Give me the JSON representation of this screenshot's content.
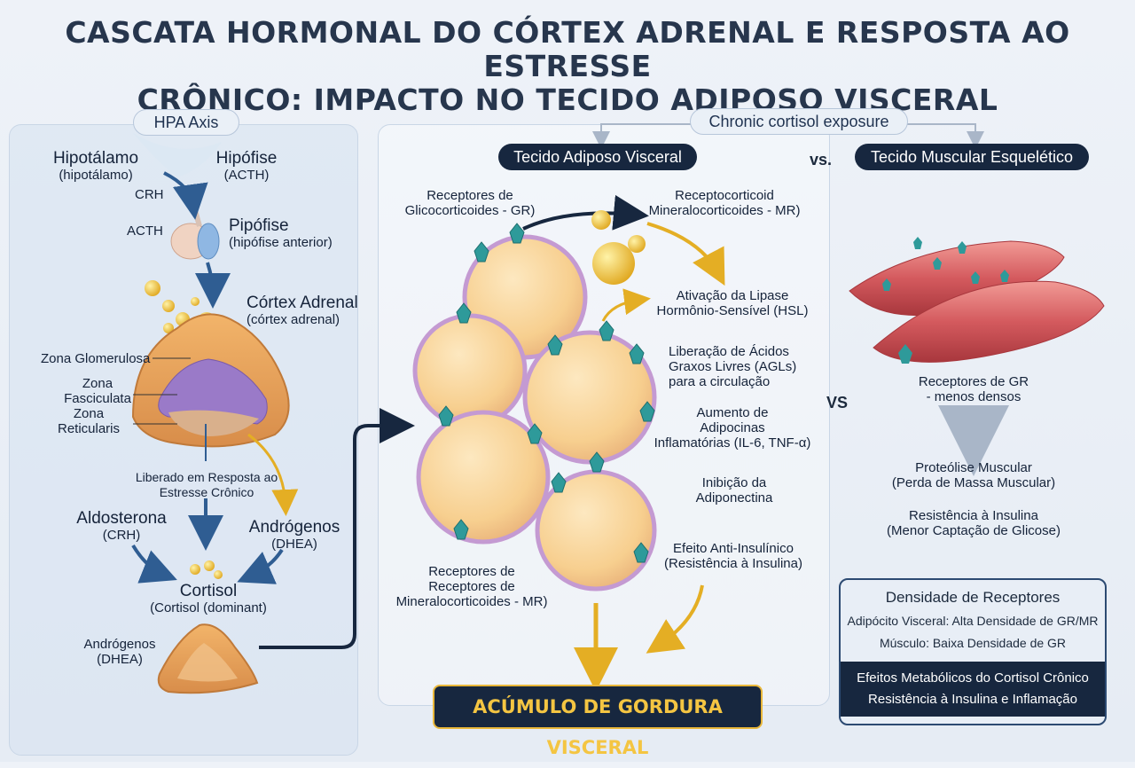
{
  "title": {
    "line1": "CASCATA HORMONAL DO CÓRTEX ADRENAL E RESPOSTA AO ESTRESSE",
    "line2": "CRÔNICO: IMPACTO NO TECIDO ADIPOSO VISCERAL"
  },
  "hpa": {
    "header": "HPA Axis",
    "hipotalamo": "Hipotálamo",
    "hipotalamo_sub": "(hipotálamo)",
    "hipofise": "Hipófise",
    "hipofise_sub": "(ACTH)",
    "crh": "CRH",
    "acth": "ACTH",
    "pipofise": "Pipófise",
    "pipofise_sub": "(hipófise anterior)",
    "cortex": "Córtex Adrenal",
    "cortex_sub": "(córtex adrenal)",
    "zona_glom": "Zona Glomerulosa",
    "zona_fasc": "Zona\nFasciculata",
    "zona_ret": "Zona\nReticularis",
    "liberado": "Liberado em Resposta ao\nEstresse Crônico",
    "aldosterona": "Aldosterona",
    "aldosterona_sub": "(CRH)",
    "androgenos": "Andrógenos",
    "androgenos_sub": "(DHEA)",
    "cortisol": "Cortisol",
    "cortisol_sub": "(Cortisol (dominant)",
    "androgenos2": "Andrógenos",
    "androgenos2_sub": "(DHEA)"
  },
  "center": {
    "chronic": "Chronic cortisol exposure",
    "adiposo": "Tecido Adiposo Visceral",
    "vs_label": "vs.",
    "muscular": "Tecido Muscular Esquelético",
    "gr": "Receptores de\nGlicocorticoides - GR)",
    "mr": "Receptocorticoid\nMineralocorticoides - MR)",
    "lipase": "Ativação da Lipase\nHormônio-Sensível (HSL)",
    "agl": "Liberação de Ácidos\nGraxos Livres (AGLs)\npara a circulação",
    "adipocinas_a": "Aumento de\nAdipocinas",
    "adipocinas_b": "Inflamatórias (IL-6, TNF-α)",
    "adiponectina": "Inibição da\nAdiponectina",
    "antiins": "Efeito Anti-Insulínico\n(Resistência à Insulina)",
    "rec_mr": "Receptores de\nReceptores de\nMineralocorticoides - MR)",
    "result": "ACÚMULO DE GORDURA VISCERAL"
  },
  "muscle": {
    "vs_label": "VS",
    "receptores": "Receptores de GR\n- menos densos",
    "proteolise": "Proteólise Muscular",
    "proteolise_sub": "(Perda de Massa Muscular)",
    "resistencia": "Resistência à Insulina",
    "resistencia_sub": "(Menor Captação de Glicose)"
  },
  "infobox": {
    "header": "Densidade de Receptores",
    "row1": "Adipócito Visceral: Alta Densidade de GR/MR",
    "row2": "Músculo: Baixa Densidade de GR",
    "foot1": "Efeitos Metabólicos do Cortisol Crônico",
    "foot2": "Resistência à Insulina e Inflamação"
  },
  "colors": {
    "navy": "#17273f",
    "gold": "#f4c542",
    "arrow_blue": "#2f5d92",
    "fat_cell": "#f7cf8f",
    "receptor_teal": "#2e9a9a",
    "muscle": "#d45a5e"
  }
}
